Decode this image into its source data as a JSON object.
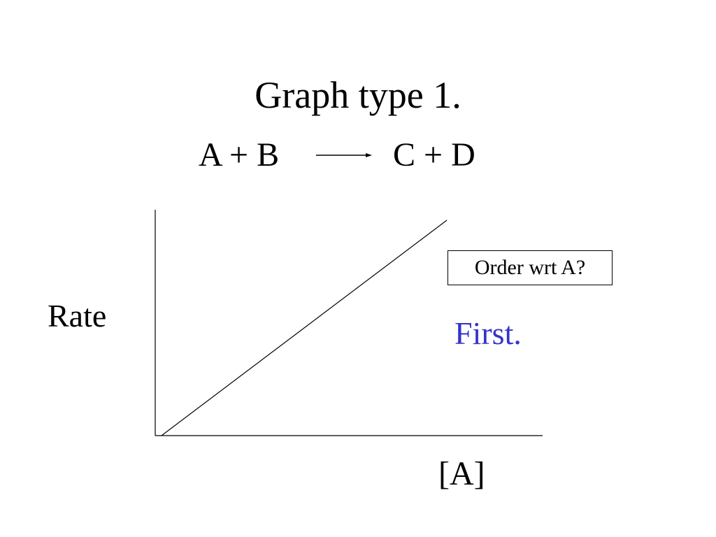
{
  "title": "Graph type 1.",
  "equation": {
    "reactants": "A + B",
    "products": "C + D",
    "arrow_icon": "right-arrow-icon"
  },
  "graph": {
    "ylabel": "Rate",
    "xlabel": "[A]",
    "relationship": "linear through origin"
  },
  "question": "Order wrt A?",
  "answer": "First.",
  "colors": {
    "text": "#000000",
    "answer": "#3333cc",
    "background": "#ffffff"
  }
}
